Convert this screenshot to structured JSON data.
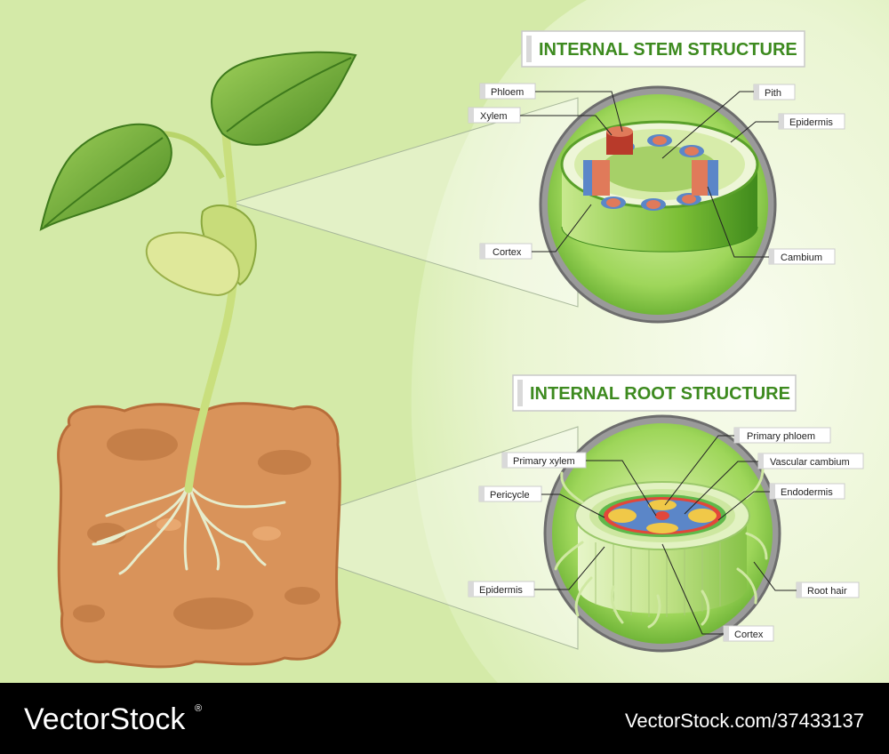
{
  "stem_panel": {
    "title": "INTERNAL STEM STRUCTURE",
    "labels": {
      "phloem": "Phloem",
      "xylem": "Xylem",
      "pith": "Pith",
      "epidermis": "Epidermis",
      "cortex": "Cortex",
      "cambium": "Cambium"
    }
  },
  "root_panel": {
    "title": "INTERNAL ROOT STRUCTURE",
    "labels": {
      "primary_phloem": "Primary phloem",
      "primary_xylem": "Primary xylem",
      "vascular_cambium": "Vascular cambium",
      "pericycle": "Pericycle",
      "endodermis": "Endodermis",
      "epidermis": "Epidermis",
      "root_hair": "Root hair",
      "cortex": "Cortex"
    }
  },
  "footer": {
    "brand": "VectorStock",
    "brand_mark": "®",
    "url": "VectorStock.com/37433137"
  },
  "colors": {
    "background": "#d4eaa8",
    "glow": "#eef7d8",
    "soil": "#d9935a",
    "leaf": "#5e9a2c",
    "stem_green": "#7fc23e",
    "xylem_blue": "#5b86c8",
    "phloem_red": "#e07a5a",
    "title_green": "#3d8a1f"
  }
}
